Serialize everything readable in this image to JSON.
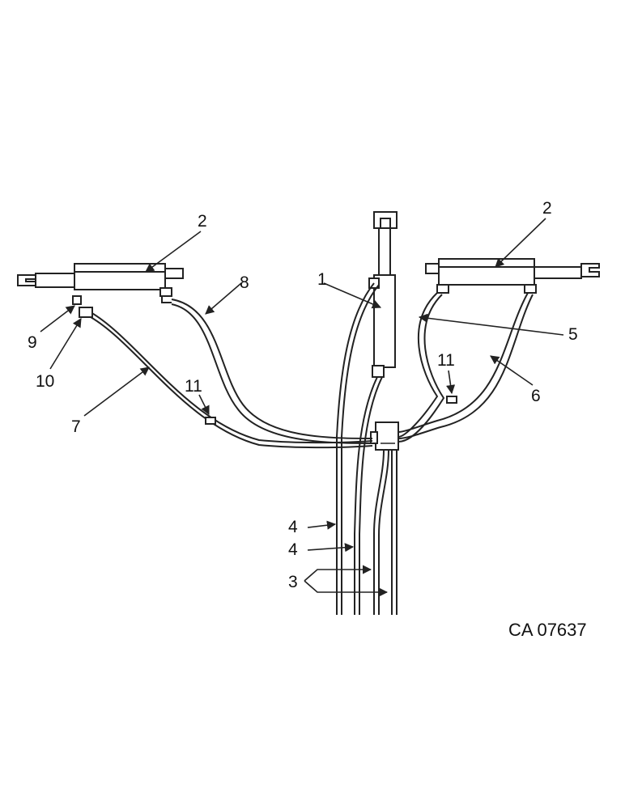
{
  "diagram": {
    "code": "CA 07637",
    "callouts": {
      "c1": "1",
      "c2_left": "2",
      "c2_right": "2",
      "c3": "3",
      "c4_upper": "4",
      "c4_lower": "4",
      "c5": "5",
      "c6": "6",
      "c7": "7",
      "c8": "8",
      "c9": "9",
      "c10": "10",
      "c11_left": "11",
      "c11_right": "11"
    }
  }
}
